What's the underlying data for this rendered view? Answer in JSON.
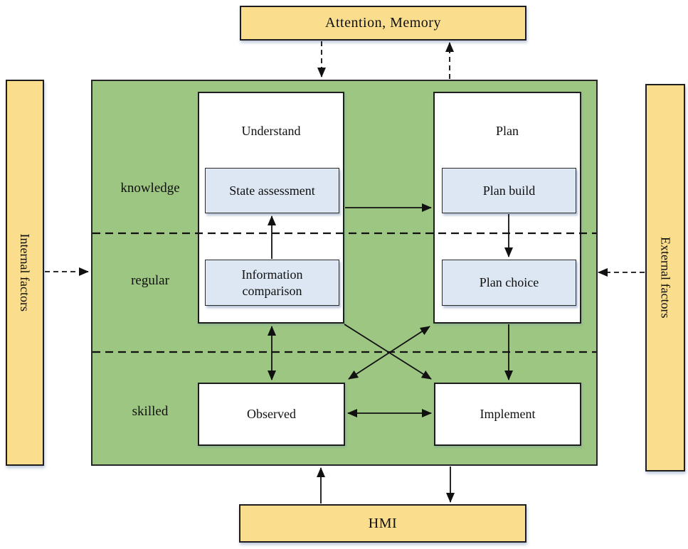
{
  "diagram": {
    "outer_boxes": {
      "attention": "Attention, Memory",
      "internal": "Internal factors",
      "external": "External factors",
      "hmi": "HMI"
    },
    "levels": [
      {
        "label": "knowledge"
      },
      {
        "label": "regular"
      },
      {
        "label": "skilled"
      }
    ],
    "nodes": {
      "understand": "Understand",
      "state_assessment": "State assessment",
      "information_comparison": "Information comparison",
      "plan": "Plan",
      "plan_build": "Plan build",
      "plan_choice": "Plan choice",
      "observed": "Observed",
      "implement": "Implement"
    },
    "colors": {
      "panel_green": "#9CC681",
      "box_yellow": "#FADE8E",
      "box_blue": "#DCE7F3",
      "box_white": "#FFFFFF",
      "line": "#111111"
    }
  }
}
